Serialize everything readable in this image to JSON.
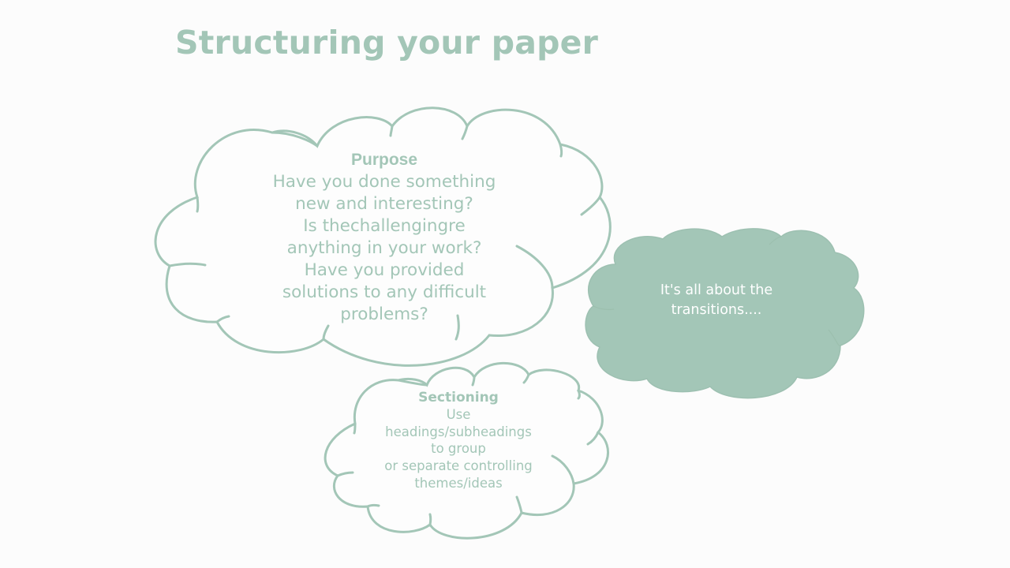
{
  "slide": {
    "title": "Structuring your paper",
    "colors": {
      "background": "#fcfcfc",
      "accent": "#a3c6b7",
      "filled_text": "#ffffff"
    },
    "clouds": [
      {
        "id": "purpose",
        "style": "outline",
        "heading": "Purpose",
        "lines": [
          "Have you done something",
          "new and interesting?",
          "Is thechallengingre",
          "anything in your work?",
          "Have you provided",
          "solutions to any difficult",
          "problems?"
        ]
      },
      {
        "id": "sectioning",
        "style": "outline",
        "heading": "Sectioning",
        "lines": [
          "Use",
          "headings/subheadings",
          "to group",
          "or separate controlling",
          "themes/ideas"
        ]
      },
      {
        "id": "transitions",
        "style": "filled",
        "heading": "",
        "lines": [
          "It's all about the",
          "transitions...."
        ]
      }
    ]
  }
}
